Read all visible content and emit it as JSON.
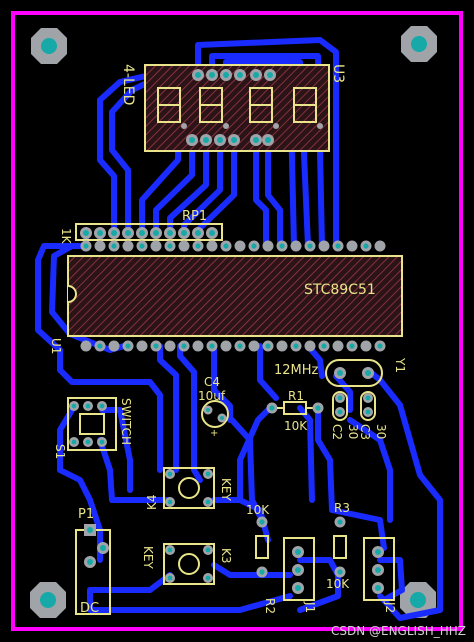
{
  "board": {
    "outline_color": "#ff00ff",
    "trace_color": "#1a2bff",
    "silk_color": "#e9e48a",
    "pad_color": "#9aa0a6",
    "hole_color": "#15a7a7",
    "body_hatch_color": "#8a2f3b"
  },
  "labels": {
    "display_ref": "U3",
    "display_name": "4-LED",
    "rp_ref": "RP1",
    "rp_value": "1K",
    "mcu_name": "STC89C51",
    "mcu_ref": "U1",
    "crystal_freq": "12MHz",
    "crystal_ref": "Y1",
    "c4_ref": "C4",
    "c4_value": "10uf",
    "r1_ref": "R1",
    "r1_value": "10K",
    "c2_ref": "C2",
    "c2_value": "30",
    "c3_ref": "C3",
    "c3_value": "30",
    "switch_ref": "S1",
    "switch_name": "SWITCH",
    "k4_ref": "K4",
    "k4_name": "KEY",
    "k3_ref": "K3",
    "k3_name": "KEY",
    "p1_ref": "P1",
    "p1_name": "DC",
    "r2_ref": "R2",
    "r2_value": "10K",
    "r3_ref": "R3",
    "r3_value": "10K",
    "j1_ref": "J1",
    "j2_ref": "J2"
  },
  "watermark": "CSDN @ENGLISH_HHZ"
}
